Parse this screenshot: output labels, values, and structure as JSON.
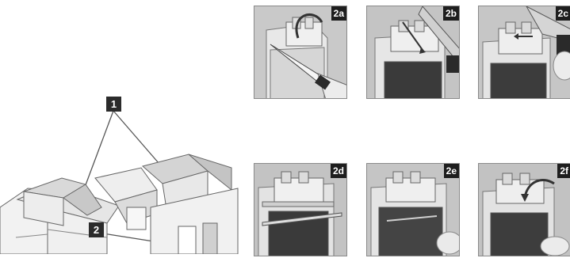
{
  "left_diagram": {
    "callout_1": "1",
    "callout_2": "2"
  },
  "photos": [
    {
      "label": "2a"
    },
    {
      "label": "2b"
    },
    {
      "label": "2c"
    },
    {
      "label": "2d"
    },
    {
      "label": "2e"
    },
    {
      "label": "2f"
    }
  ]
}
